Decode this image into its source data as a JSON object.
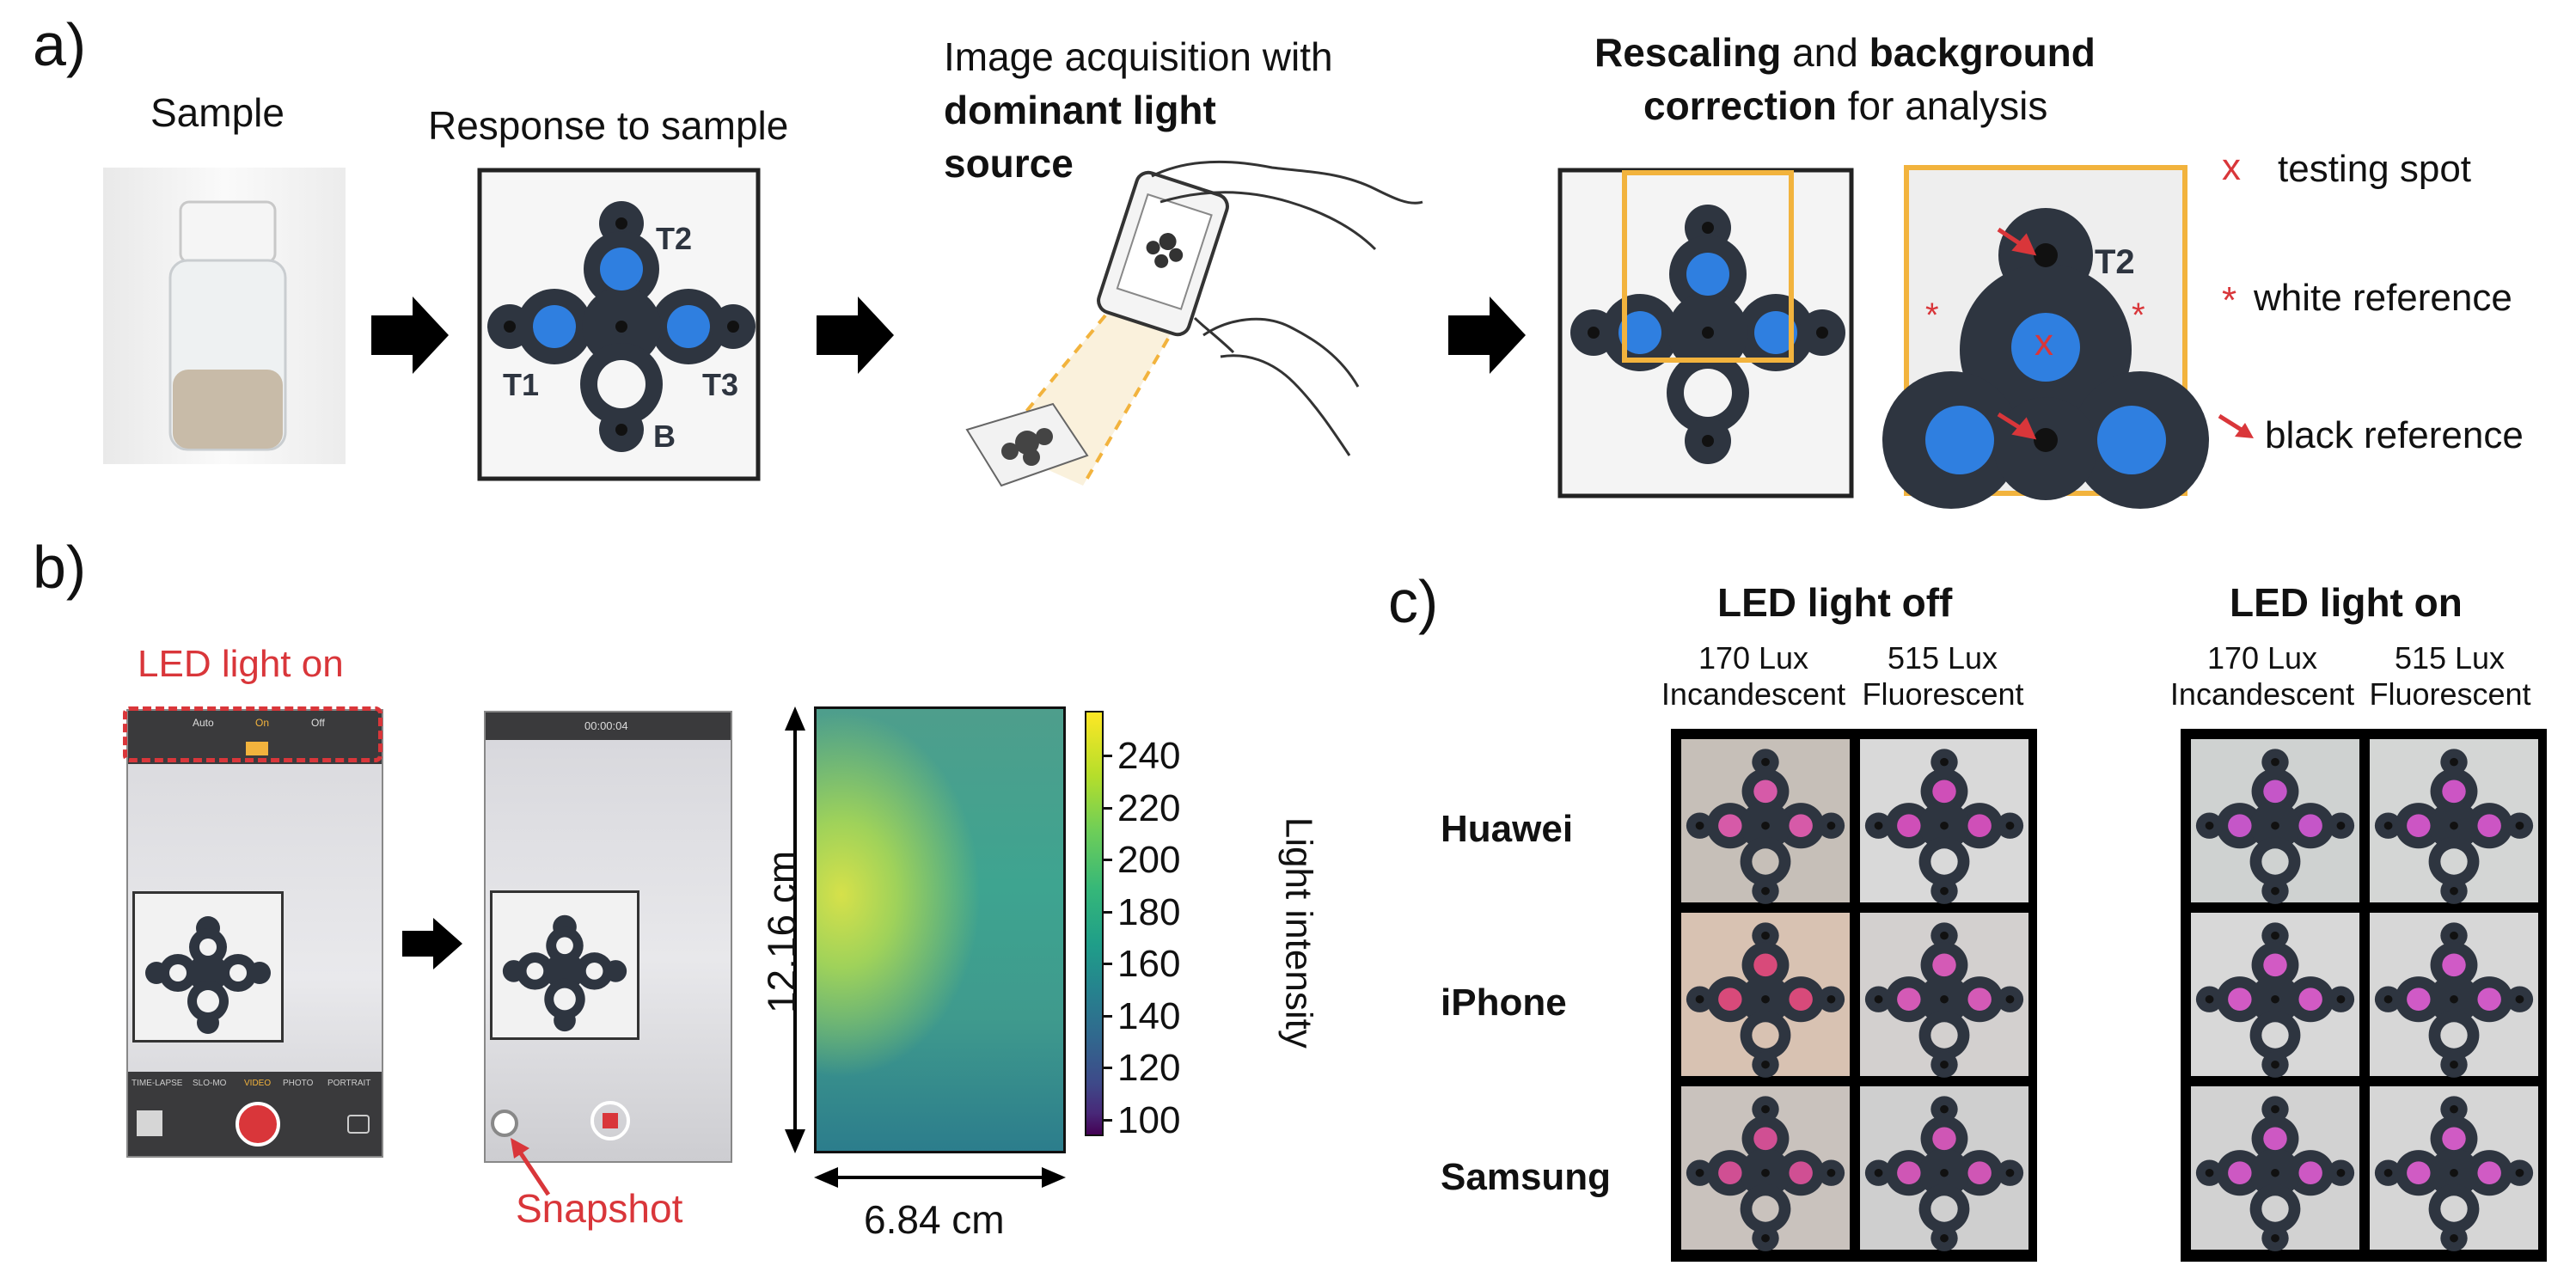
{
  "panel_a": {
    "label": "a)",
    "sample_title": "Sample",
    "response_title": "Response to sample",
    "acq_line1": "Image acquisition with",
    "acq_line2": "dominant light",
    "acq_line3": "source",
    "rescale_bold1": "Rescaling",
    "rescale_mid": " and ",
    "rescale_bold2": "background",
    "rescale_bold3": "correction",
    "rescale_end": " for analysis",
    "legend": {
      "testing_symbol": "x",
      "testing_label": "testing spot",
      "white_symbol": "*",
      "white_label": "white reference",
      "black_label": "black reference"
    },
    "chip_labels": {
      "t1": "T1",
      "t2": "T2",
      "t3": "T3",
      "b": "B"
    }
  },
  "panel_b": {
    "label": "b)",
    "led_label": "LED light on",
    "camera_modes": [
      "Auto",
      "On",
      "Off"
    ],
    "camera_bottom_modes": [
      "TIME-LAPSE",
      "SLO-MO",
      "VIDEO",
      "PHOTO",
      "PORTRAIT"
    ],
    "video_timer": "00:00:04",
    "snapshot_label": "Snapshot",
    "height_label": "12.16 cm",
    "width_label": "6.84 cm",
    "colorbar_label": "Light intensity",
    "colorbar_ticks": [
      "240",
      "220",
      "200",
      "180",
      "160",
      "140",
      "120",
      "100"
    ],
    "colorbar_min": 100,
    "colorbar_max": 245
  },
  "panel_c": {
    "label": "c)",
    "group_off": "LED light off",
    "group_on": "LED light on",
    "col1_l1": "170 Lux",
    "col1_l2": "Incandescent",
    "col2_l1": "515 Lux",
    "col2_l2": "Fluorescent",
    "rows": [
      "Huawei",
      "iPhone",
      "Samsung"
    ]
  },
  "colors": {
    "accent_red": "#d9363a",
    "highlight_yellow": "#f2b33d",
    "spot_blue": "#2f7fe0",
    "spot_pink": "#e05ac0",
    "chip_dark": "#2e3540"
  }
}
